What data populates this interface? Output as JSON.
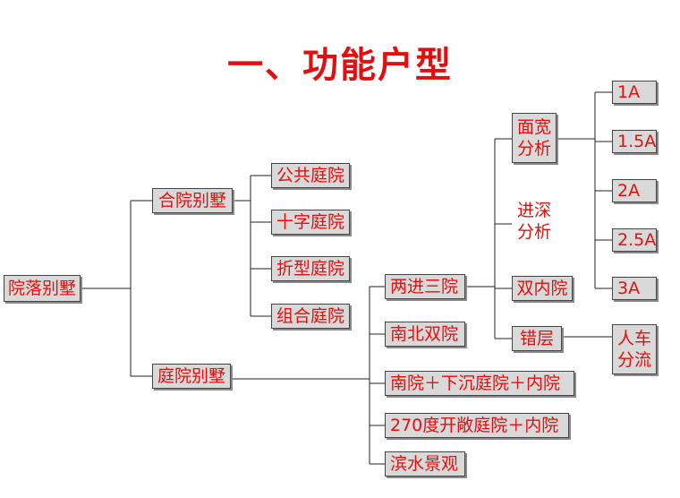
{
  "title": "一、功能户型",
  "root": {
    "prefix": "院落",
    "suffix": "别墅"
  },
  "level1": {
    "heyuan": "合院别墅",
    "tingyuan": {
      "prefix": "庭院",
      "suffix": "别墅"
    }
  },
  "heyuan_children": [
    "公共庭院",
    "十字庭院",
    "折型庭院",
    "组合庭院"
  ],
  "tingyuan_children": [
    "两进三院",
    "南北双院",
    "南院＋下沉庭院＋内院",
    "270度开敞庭院＋内院",
    "滨水景观"
  ],
  "liangjin_children": {
    "mianquan": "面宽\n分析",
    "jinshen": "进深\n分析",
    "shuangnei": "双内院",
    "cuoceng": "错层"
  },
  "mianquan_children": [
    "1A",
    "1.5A",
    "2A",
    "2.5A",
    "3A"
  ],
  "cuoceng_child": "人车\n分流"
}
